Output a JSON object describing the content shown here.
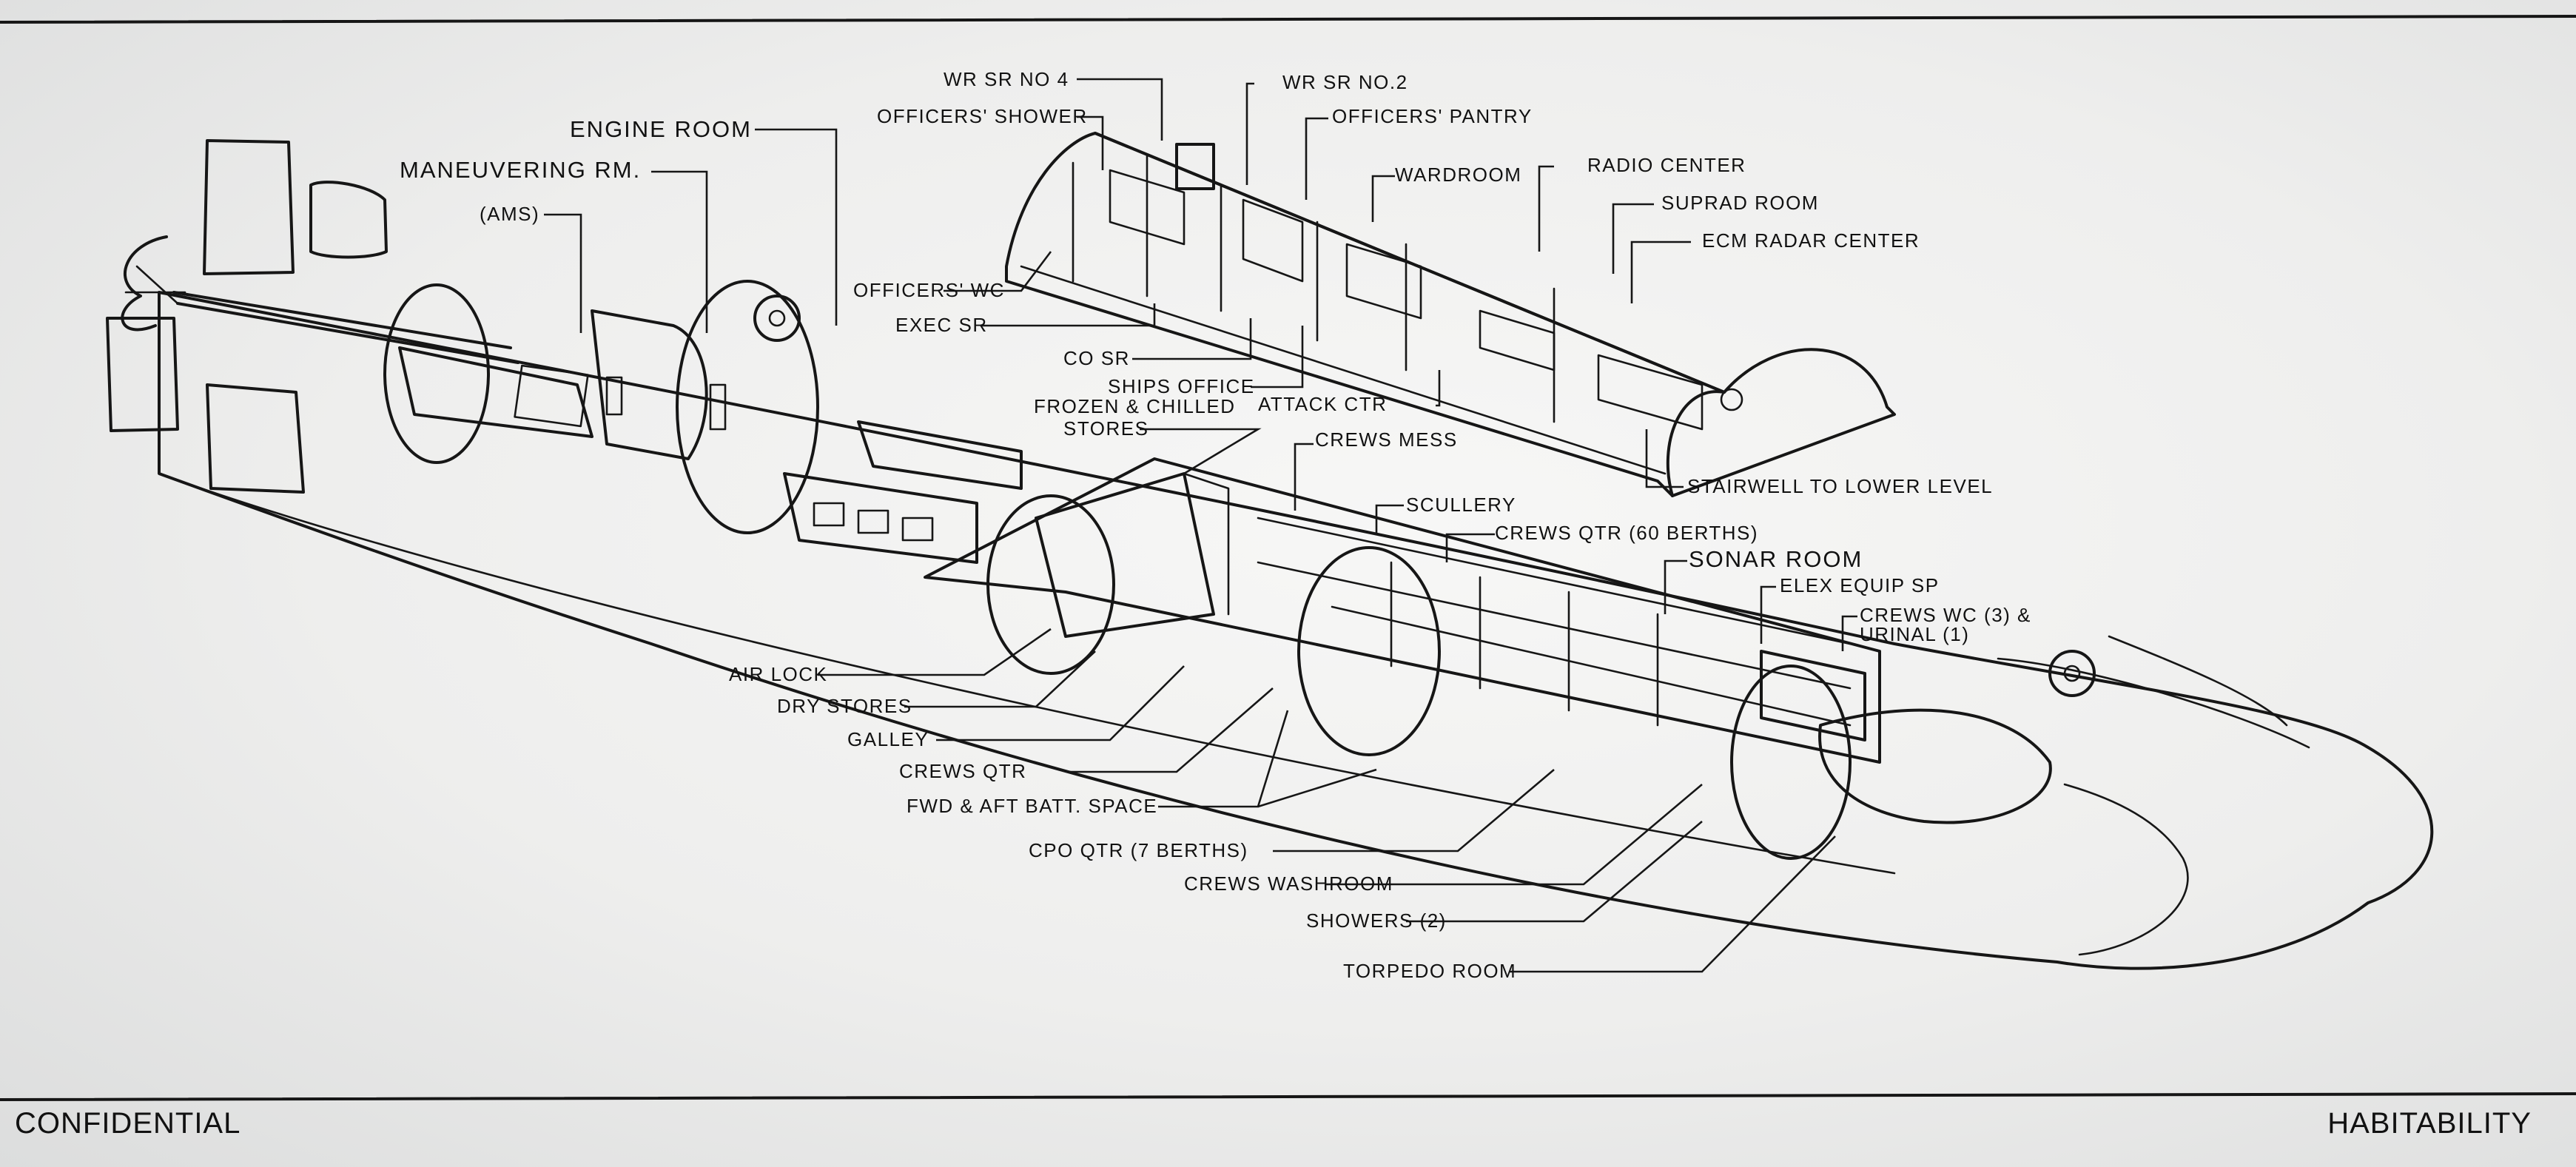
{
  "labels": {
    "wr_sr_no4": "WR SR NO 4",
    "wr_sr_no2": "WR SR NO.2",
    "officers_shower": "OFFICERS' SHOWER",
    "officers_pantry": "OFFICERS' PANTRY",
    "engine_room": "ENGINE ROOM",
    "maneuvering_rm": "MANEUVERING RM.",
    "ams": "(AMS)",
    "wardroom": "WARDROOM",
    "radio_center": "RADIO CENTER",
    "suprad_room": "SUPRAD ROOM",
    "ecm_radar_center": "ECM RADAR CENTER",
    "officers_wc": "OFFICERS' WC",
    "exec_sr": "EXEC SR",
    "co_sr": "CO SR",
    "ships_office": "SHIPS OFFICE",
    "frozen_chilled": "FROZEN & CHILLED",
    "stores": "STORES",
    "attack_ctr": "ATTACK CTR",
    "crews_mess": "CREWS MESS",
    "stairwell": "STAIRWELL TO LOWER LEVEL",
    "scullery": "SCULLERY",
    "crews_qtr_60": "CREWS QTR (60 BERTHS)",
    "sonar_room": "SONAR ROOM",
    "elex_equip": "ELEX EQUIP SP",
    "crews_wc": "CREWS WC (3) &",
    "urinal": "URINAL (1)",
    "air_lock": "AIR LOCK",
    "dry_stores": "DRY STORES",
    "galley": "GALLEY",
    "crews_qtr": "CREWS QTR",
    "batt_space": "FWD & AFT BATT. SPACE",
    "cpo_qtr": "CPO QTR (7 BERTHS)",
    "crews_washroom": "CREWS WASHROOM",
    "showers": "SHOWERS (2)",
    "torpedo_room": "TORPEDO ROOM"
  },
  "footer": {
    "classification": "CONFIDENTIAL",
    "section": "HABITABILITY"
  }
}
